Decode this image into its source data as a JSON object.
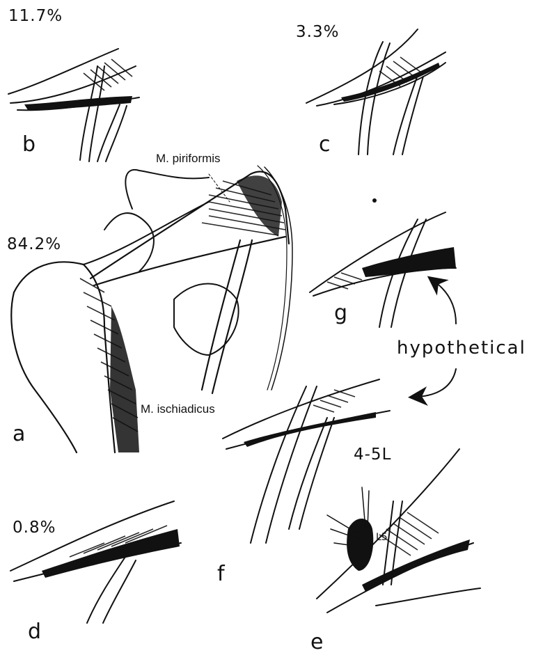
{
  "figure": {
    "panels": {
      "a": {
        "letter": "a",
        "percent": "84.2%"
      },
      "b": {
        "letter": "b",
        "percent": "11.7%"
      },
      "c": {
        "letter": "c",
        "percent": "3.3%"
      },
      "d": {
        "letter": "d",
        "percent": "0.8%"
      },
      "e": {
        "letter": "e",
        "percent": "4-5L"
      },
      "f": {
        "letter": "f"
      },
      "g": {
        "letter": "g"
      }
    },
    "labels": {
      "piriformis": "M.  piriformis",
      "ischiadicus": "M.  ischiadicus",
      "hypothetical": "hypothetical",
      "vertebra_mark": "L5"
    },
    "colors": {
      "ink": "#111111",
      "paper": "#ffffff"
    }
  }
}
